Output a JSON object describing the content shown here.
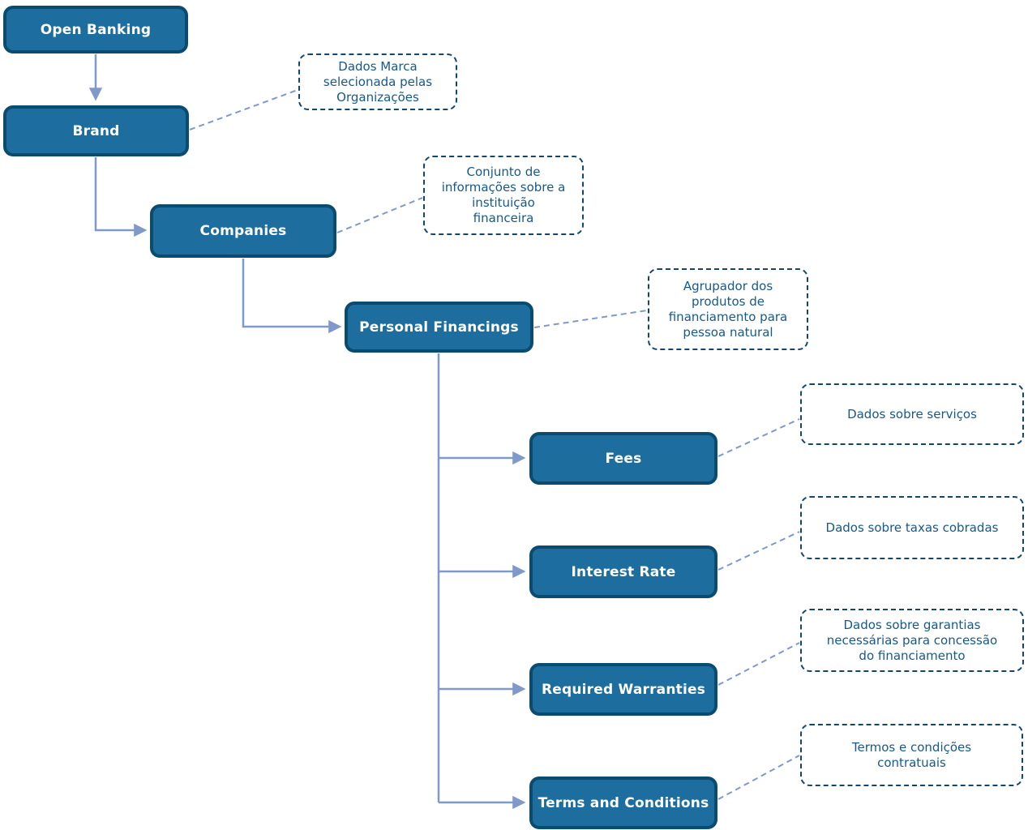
{
  "colors": {
    "background": "#ffffff",
    "node_fill": "#1d6e9e",
    "node_border": "#0b4b70",
    "node_text": "#ffffff",
    "connector": "#7e99ca",
    "note_border": "#11476e",
    "note_text": "#17598a"
  },
  "nodes": [
    {
      "id": "open-banking",
      "label": "Open Banking"
    },
    {
      "id": "brand",
      "label": "Brand"
    },
    {
      "id": "companies",
      "label": "Companies"
    },
    {
      "id": "personal-financings",
      "label": "Personal Financings"
    },
    {
      "id": "fees",
      "label": "Fees"
    },
    {
      "id": "interest-rate",
      "label": "Interest Rate"
    },
    {
      "id": "required-warranties",
      "label": "Required Warranties"
    },
    {
      "id": "terms-and-conditions",
      "label": "Terms and Conditions"
    }
  ],
  "notes": [
    {
      "for": "brand",
      "text": "Dados Marca\nselecionada pelas\nOrganizações"
    },
    {
      "for": "companies",
      "text": "Conjunto de\ninformações sobre a\ninstituição\nfinanceira"
    },
    {
      "for": "personal-financings",
      "text": "Agrupador dos\nprodutos de\nfinanciamento para\npessoa natural"
    },
    {
      "for": "fees",
      "text": "Dados sobre serviços"
    },
    {
      "for": "interest-rate",
      "text": "Dados sobre taxas cobradas"
    },
    {
      "for": "required-warranties",
      "text": "Dados sobre garantias\nnecessárias para concessão\ndo financiamento"
    },
    {
      "for": "terms-and-conditions",
      "text": "Termos e condições\ncontratuais"
    }
  ],
  "edges": [
    {
      "from": "Open Banking",
      "to": "Brand"
    },
    {
      "from": "Brand",
      "to": "Companies"
    },
    {
      "from": "Companies",
      "to": "Personal Financings"
    },
    {
      "from": "Personal Financings",
      "to": "Fees"
    },
    {
      "from": "Personal Financings",
      "to": "Interest Rate"
    },
    {
      "from": "Personal Financings",
      "to": "Required Warranties"
    },
    {
      "from": "Personal Financings",
      "to": "Terms and Conditions"
    }
  ]
}
